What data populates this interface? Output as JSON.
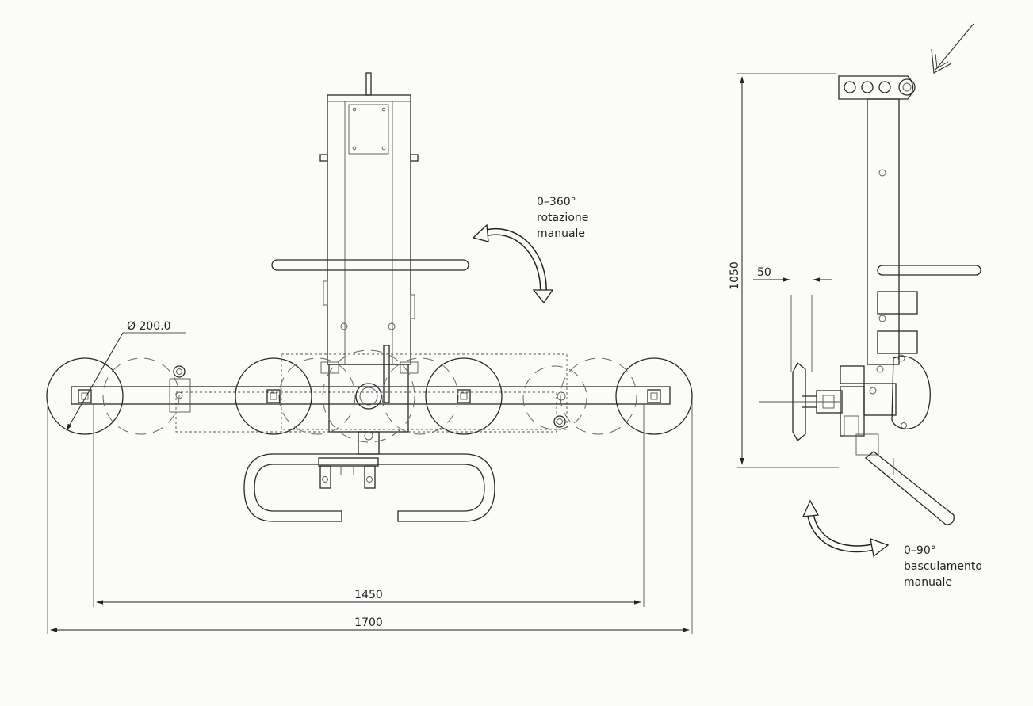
{
  "dimensions": {
    "diameter": "Ø 200.0",
    "inner_span": "1450",
    "outer_span": "1700",
    "height": "1050",
    "offset": "50"
  },
  "annotations": {
    "rotation_range": "0–360°",
    "rotation_line1": "rotazione",
    "rotation_line2": "manuale",
    "tilt_range": "0–90°",
    "tilt_line1": "basculamento",
    "tilt_line2": "manuale"
  }
}
